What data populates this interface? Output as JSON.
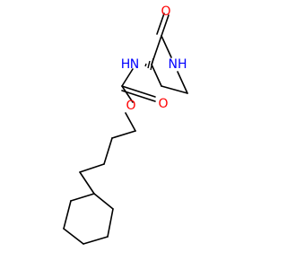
{
  "molecule": {
    "atoms": [
      {
        "id": "O1",
        "text": "O",
        "color": "#ff0000"
      },
      {
        "id": "N1",
        "text": "NH",
        "color": "#0000ff"
      },
      {
        "id": "N2",
        "text": "N",
        "color": "#0000ff"
      },
      {
        "id": "H2",
        "text": "H",
        "color": "#0000ff"
      },
      {
        "id": "O2",
        "text": "O",
        "color": "#ff0000"
      },
      {
        "id": "O3",
        "text": "O",
        "color": "#ff0000"
      }
    ],
    "stereo": "wedge-hash"
  }
}
